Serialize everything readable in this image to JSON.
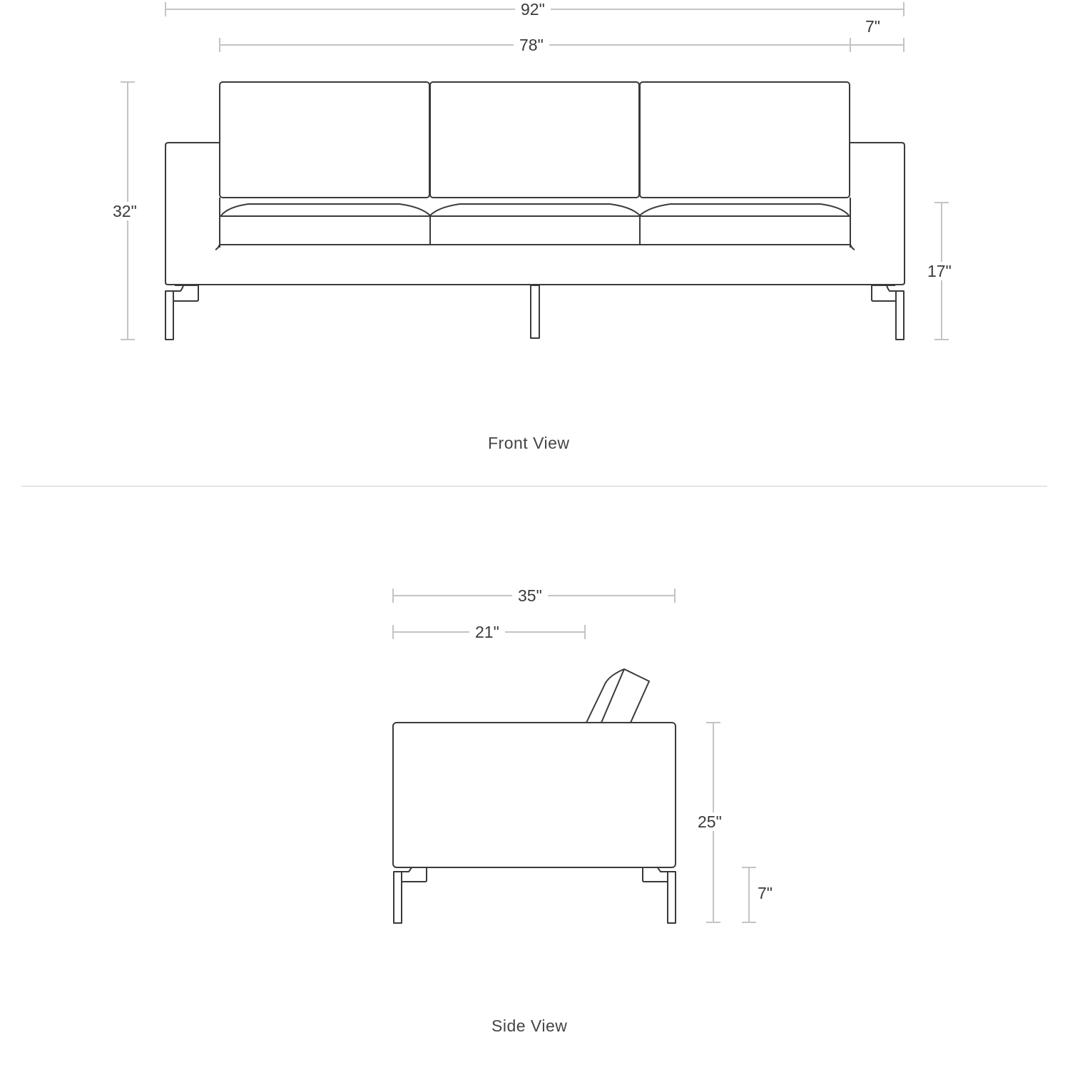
{
  "front_view": {
    "caption": "Front View",
    "dimensions": {
      "overall_width": "92\"",
      "seat_width": "78\"",
      "arm_width": "7\"",
      "overall_height": "32\"",
      "seat_height": "17\""
    },
    "cushions": {
      "back": 3,
      "seat": 3
    },
    "legs": 3
  },
  "side_view": {
    "caption": "Side View",
    "dimensions": {
      "overall_depth": "35\"",
      "seat_depth": "21\"",
      "arm_height": "25\"",
      "leg_height": "7\""
    },
    "legs": 2
  },
  "colors": {
    "outline": "#3a3a3a",
    "dimension_line": "#c4c4c4",
    "text": "#3a3a3a",
    "divider": "#d0d0d0"
  }
}
